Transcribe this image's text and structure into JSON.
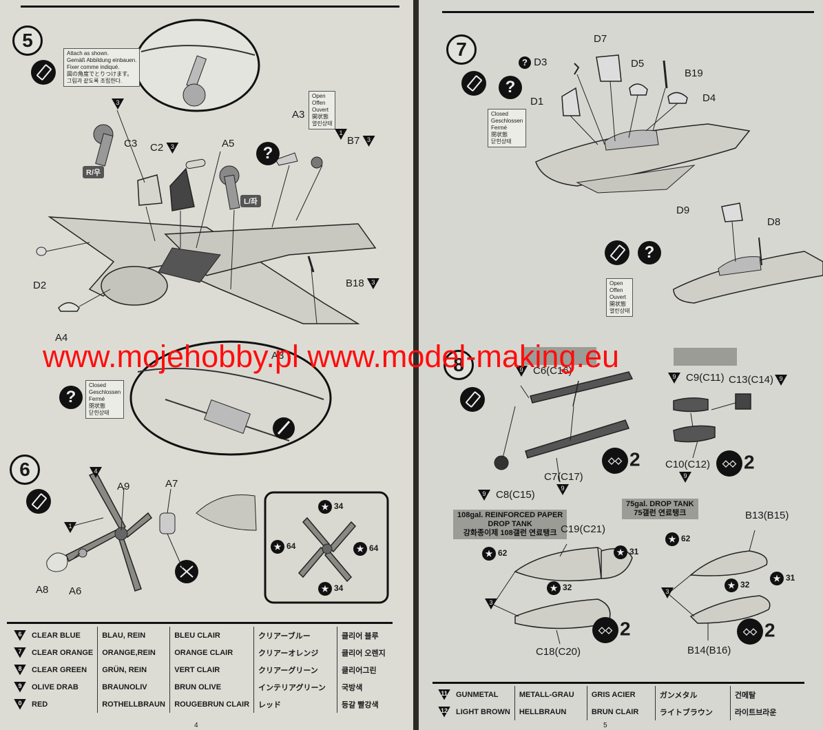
{
  "watermark": "www.mojehobby.pl www.model-making.eu",
  "left": {
    "step5": {
      "number": "5",
      "attach_note": [
        "Attach as shown.",
        "Gemäß Abbildung einbauen.",
        "Fixer comme indiqué.",
        "図の角度でとりつけます。",
        "그림과 같도록 조립한다."
      ],
      "open_note": [
        "Open",
        "Offen",
        "Ouvert",
        "開状態",
        "열린상태"
      ],
      "closed_note": [
        "Closed",
        "Geschlossen",
        "Fermé",
        "閉状態",
        "닫힌상태"
      ],
      "tag_r": "R/우",
      "tag_l": "L/좌",
      "labels": {
        "c3": "C3",
        "c2": "C2",
        "a5": "A5",
        "a3": "A3",
        "b7": "B7",
        "d2": "D2",
        "a4": "A4",
        "b18": "B18",
        "a3b": "A3"
      },
      "paint": {
        "c2": "3",
        "b7a": "1",
        "b7b": "3",
        "b18": "3",
        "c3": "3"
      }
    },
    "step6": {
      "number": "6",
      "labels": {
        "a9": "A9",
        "a7": "A7",
        "a8": "A8",
        "a6": "A6"
      },
      "paint": {
        "top": "4",
        "mid": "1"
      },
      "decals": {
        "d34a": "34",
        "d64a": "64",
        "d64b": "64",
        "d34b": "34"
      }
    },
    "colors": [
      {
        "no": "6",
        "en": "CLEAR BLUE",
        "de": "BLAU, REIN",
        "fr": "BLEU CLAIR",
        "jp": "クリアーブルー",
        "kr": "클리어 블루"
      },
      {
        "no": "7",
        "en": "CLEAR ORANGE",
        "de": "ORANGE,REIN",
        "fr": "ORANGE CLAIR",
        "jp": "クリアーオレンジ",
        "kr": "클리어 오렌지"
      },
      {
        "no": "8",
        "en": "CLEAR GREEN",
        "de": "GRÜN, REIN",
        "fr": "VERT CLAIR",
        "jp": "クリアーグリーン",
        "kr": "클리어그린"
      },
      {
        "no": "9",
        "en": "OLIVE DRAB",
        "de": "BRAUNOLIV",
        "fr": "BRUN OLIVE",
        "jp": "インテリアグリーン",
        "kr": "국방색"
      },
      {
        "no": "0",
        "en": "RED",
        "de": "ROTHELLBRAUN",
        "fr": "ROUGEBRUN CLAIR",
        "jp": "レッド",
        "kr": "등갈 빨강색"
      }
    ],
    "page_number": "4"
  },
  "right": {
    "step7": {
      "number": "7",
      "closed_note": [
        "Closed",
        "Geschlossen",
        "Fermé",
        "閉状態",
        "닫힌상태"
      ],
      "open_note": [
        "Open",
        "Offen",
        "Ouvert",
        "開状態",
        "열린상태"
      ],
      "labels": {
        "d3": "D3",
        "d7": "D7",
        "d5": "D5",
        "b19": "B19",
        "d1": "D1",
        "d4": "D4",
        "d9": "D9",
        "d8": "D8"
      }
    },
    "step8": {
      "number": "8",
      "labels": {
        "c6": "C6(C16)",
        "c9": "C9(C11)",
        "c13": "C13(C14)",
        "c10": "C10(C12)",
        "c8": "C8(C15)",
        "c7": "C7(C17)",
        "c19": "C19(C21)",
        "c18": "C18(C20)",
        "b13": "B13(B15)",
        "b14": "B14(B16)"
      },
      "paint": {
        "c6": "9",
        "c9": "9",
        "c13": "9",
        "c10": "9",
        "c8": "9",
        "c7": "9",
        "tank108": "3",
        "tank75": "3"
      },
      "paper_tank": [
        "108gal. REINFORCED PAPER",
        "DROP TANK",
        "강화종이제 108갤런 연료탱크"
      ],
      "drop_tank": [
        "75gal. DROP TANK",
        "75갤런 연료탱크"
      ],
      "decals": {
        "d62a": "62",
        "d32a": "32",
        "d31a": "31",
        "d62b": "62",
        "d32b": "32",
        "d31b": "31"
      },
      "qty": "2"
    },
    "colors": [
      {
        "no": "11",
        "en": "GUNMETAL",
        "de": "METALL-GRAU",
        "fr": "GRIS ACIER",
        "jp": "ガンメタル",
        "kr": "건메탈"
      },
      {
        "no": "12",
        "en": "LIGHT BROWN",
        "de": "HELLBRAUN",
        "fr": "BRUN CLAIR",
        "jp": "ライトブラウン",
        "kr": "라이트브라운"
      }
    ],
    "page_number": "5"
  }
}
